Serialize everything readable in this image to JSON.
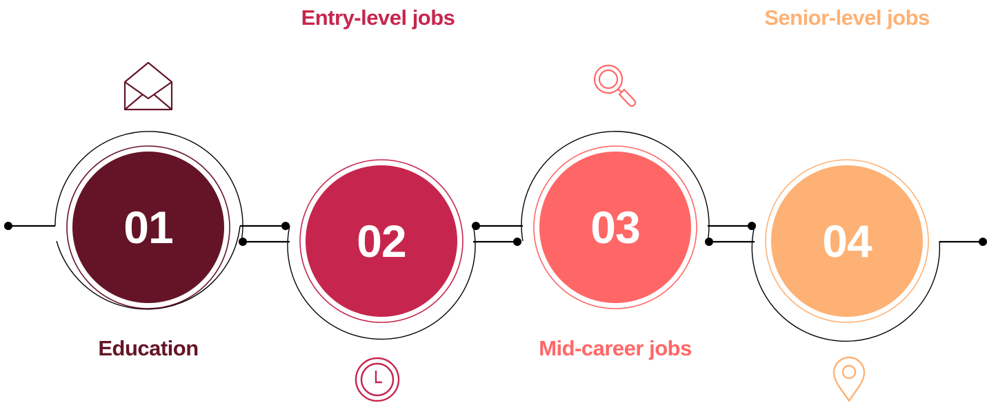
{
  "colors": {
    "step1": "#641426",
    "step2": "#c6264d",
    "step3": "#ff6767",
    "step4": "#feb174",
    "connector": "#000000"
  },
  "steps": [
    {
      "number": "01",
      "label": "Education",
      "icon": "envelope-icon"
    },
    {
      "number": "02",
      "label": "Entry-level jobs",
      "icon": "clock-icon"
    },
    {
      "number": "03",
      "label": "Mid-career jobs",
      "icon": "magnifier-icon"
    },
    {
      "number": "04",
      "label": "Senior-level jobs",
      "icon": "location-pin-icon"
    }
  ]
}
